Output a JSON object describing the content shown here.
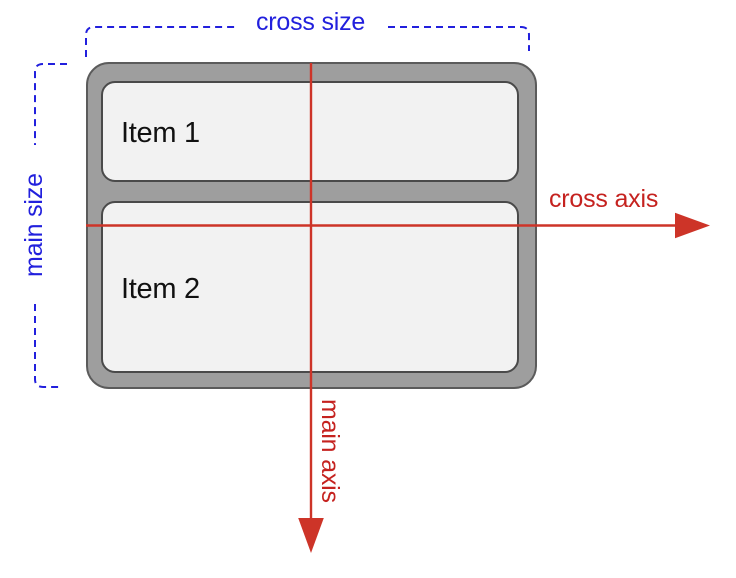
{
  "title": "Flexbox column-direction axes diagram",
  "labels": {
    "cross_size": "cross size",
    "main_size": "main size",
    "cross_axis": "cross axis",
    "main_axis": "main axis"
  },
  "container": {
    "items": [
      {
        "label": "Item 1"
      },
      {
        "label": "Item 2"
      }
    ]
  },
  "colors": {
    "background": "#ffffff",
    "blue": "#2220dd",
    "red_text": "#c5221f",
    "red_line": "#cd3428",
    "container_fill": "#9e9e9e",
    "container_stroke": "#5b5b5b",
    "item_fill": "#f2f2f2",
    "item_stroke": "#4a4a4a",
    "item_text": "#111111"
  }
}
